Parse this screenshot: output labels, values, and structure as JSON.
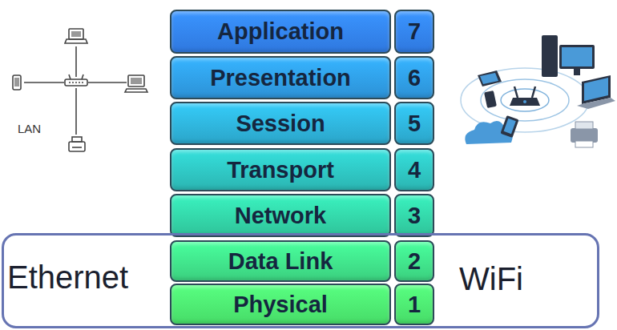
{
  "diagram": {
    "nodes": [
      {
        "text": [
          "Application"
        ]
      },
      {
        "text": [
          "7"
        ]
      },
      {
        "text": [
          "Presentation"
        ]
      },
      {
        "text": [
          "6"
        ]
      },
      {
        "text": [
          "Session"
        ]
      },
      {
        "text": [
          "5"
        ]
      },
      {
        "text": [
          "Transport"
        ]
      },
      {
        "text": [
          "4"
        ]
      },
      {
        "text": [
          "Network"
        ]
      },
      {
        "text": [
          "3"
        ]
      },
      {
        "text": [
          "Ethernet",
          "WiFi"
        ]
      },
      {
        "text": [
          "Data Link"
        ],
        "in": 10
      },
      {
        "text": [
          "2"
        ],
        "in": 10
      },
      {
        "text": [
          "Physical"
        ],
        "in": 10
      },
      {
        "text": [
          "1"
        ],
        "in": 10
      }
    ],
    "labels": [
      "LAN"
    ]
  }
}
